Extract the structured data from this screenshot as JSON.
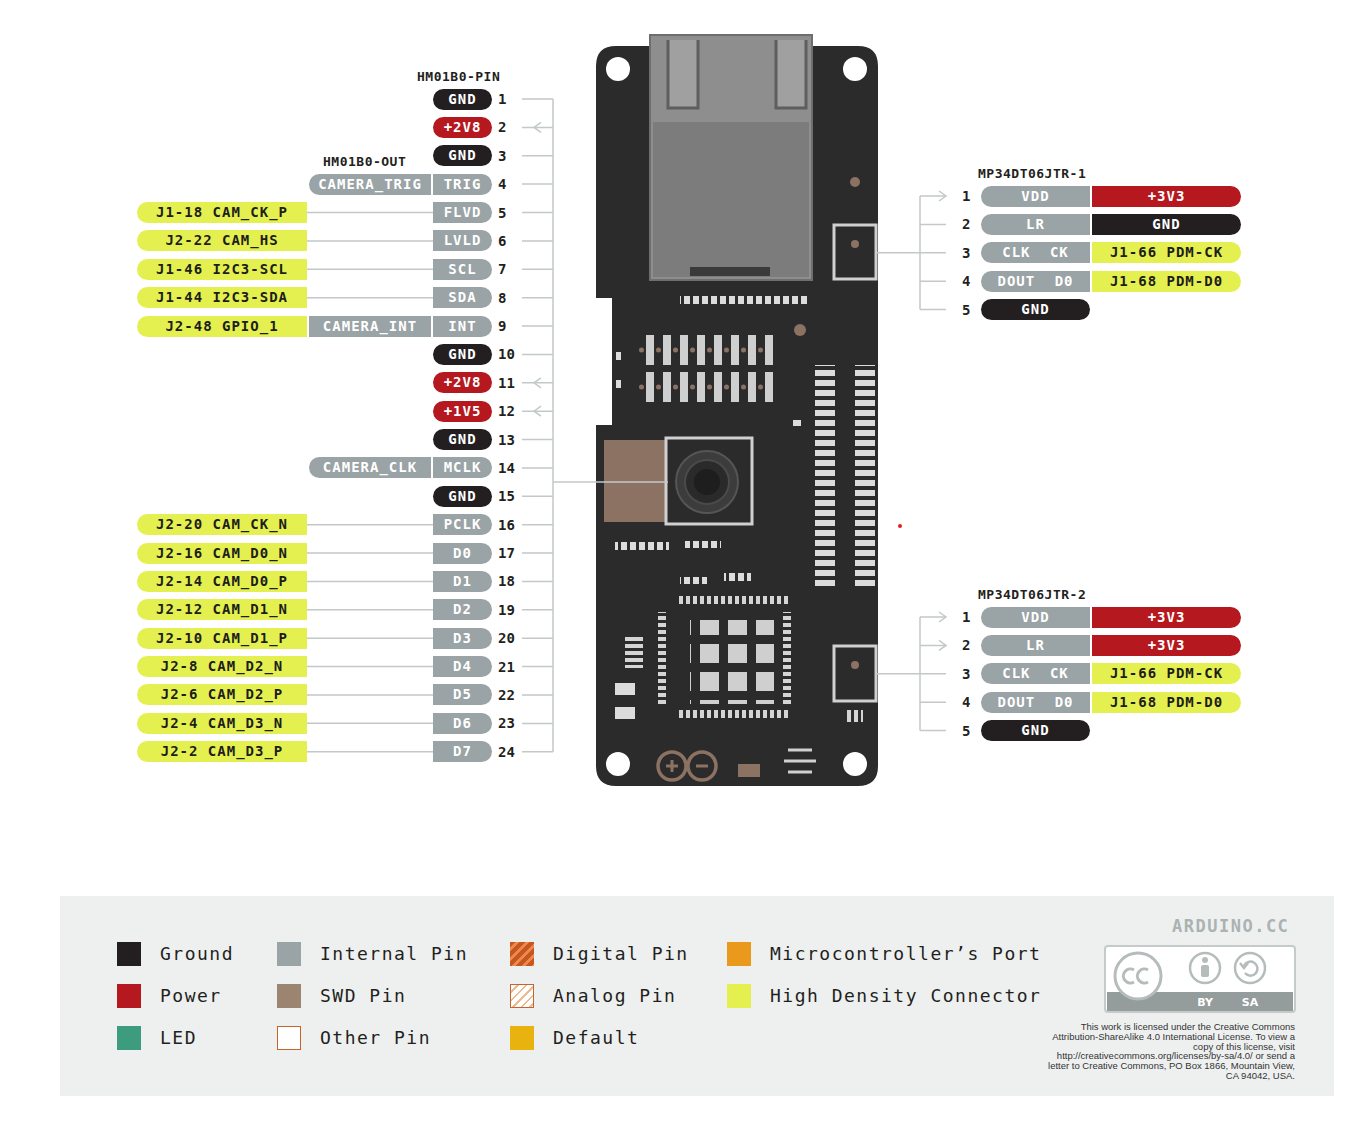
{
  "diagram": {
    "nodes": [
      {
        "text": [
          "GND"
        ]
      },
      {
        "text": [
          "+2V8"
        ]
      },
      {
        "text": [
          "GND"
        ]
      },
      {
        "text": [
          "CAMERA_TRIG"
        ]
      },
      {
        "text": [
          "TRIG"
        ]
      },
      {
        "text": [
          "J1-18 CAM_CK_P"
        ]
      },
      {
        "text": [
          "FLVD"
        ]
      },
      {
        "text": [
          "J2-22 CAM_HS"
        ]
      },
      {
        "text": [
          "LVLD"
        ]
      },
      {
        "text": [
          "J1-46 I2C3-SCL"
        ]
      },
      {
        "text": [
          "SCL"
        ]
      },
      {
        "text": [
          "J1-44 I2C3-SDA"
        ]
      },
      {
        "text": [
          "SDA"
        ]
      },
      {
        "text": [
          "J2-48 GPIO_1"
        ]
      },
      {
        "text": [
          "CAMERA_INT"
        ]
      },
      {
        "text": [
          "INT"
        ]
      },
      {
        "text": [
          "GND"
        ]
      },
      {
        "text": [
          "+2V8"
        ]
      },
      {
        "text": [
          "+1V5"
        ]
      },
      {
        "text": [
          "GND"
        ]
      },
      {
        "text": [
          "CAMERA_CLK"
        ]
      },
      {
        "text": [
          "MCLK"
        ]
      },
      {
        "text": [
          "GND"
        ]
      },
      {
        "text": [
          "J2-20 CAM_CK_N"
        ]
      },
      {
        "text": [
          "PCLK"
        ]
      },
      {
        "text": [
          "J2-16 CAM_D0_N"
        ]
      },
      {
        "text": [
          "D0"
        ]
      },
      {
        "text": [
          "J2-14 CAM_D0_P"
        ]
      },
      {
        "text": [
          "D1"
        ]
      },
      {
        "text": [
          "J2-12 CAM_D1_N"
        ]
      },
      {
        "text": [
          "D2"
        ]
      },
      {
        "text": [
          "J2-10 CAM_D1_P"
        ]
      },
      {
        "text": [
          "D3"
        ]
      },
      {
        "text": [
          "J2-8 CAM_D2_N"
        ]
      },
      {
        "text": [
          "D4"
        ]
      },
      {
        "text": [
          "J2-6 CAM_D2_P"
        ]
      },
      {
        "text": [
          "D5"
        ]
      },
      {
        "text": [
          "J2-4 CAM_D3_N"
        ]
      },
      {
        "text": [
          "D6"
        ]
      },
      {
        "text": [
          "J2-2 CAM_D3_P"
        ]
      },
      {
        "text": [
          "D7"
        ]
      },
      {
        "text": [
          "VDD"
        ]
      },
      {
        "text": [
          "+3V3"
        ]
      },
      {
        "text": [
          "LR"
        ]
      },
      {
        "text": [
          "GND"
        ]
      },
      {
        "text": [
          "CLK CK"
        ]
      },
      {
        "text": [
          "J1-66 PDM-CK"
        ]
      },
      {
        "text": [
          "DOUT D0"
        ]
      },
      {
        "text": [
          "J1-68 PDM-D0"
        ]
      },
      {
        "text": [
          "GND"
        ]
      },
      {
        "text": [
          "VDD"
        ]
      },
      {
        "text": [
          "+3V3"
        ]
      },
      {
        "text": [
          "LR"
        ]
      },
      {
        "text": [
          "+3V3"
        ]
      },
      {
        "text": [
          "CLK CK"
        ]
      },
      {
        "text": [
          "J1-66 PDM-CK"
        ]
      },
      {
        "text": [
          "DOUT D0"
        ]
      },
      {
        "text": [
          "J1-68 PDM-D0"
        ]
      },
      {
        "text": [
          "GND"
        ]
      }
    ],
    "edges": [
      {
        "from": 5,
        "to": 6,
        "arrow": "none"
      },
      {
        "from": 7,
        "to": 8,
        "arrow": "none"
      },
      {
        "from": 9,
        "to": 10,
        "arrow": "none"
      },
      {
        "from": 11,
        "to": 12,
        "arrow": "none"
      },
      {
        "from": 23,
        "to": 24,
        "arrow": "none"
      },
      {
        "from": 25,
        "to": 26,
        "arrow": "none"
      },
      {
        "from": 27,
        "to": 28,
        "arrow": "none"
      },
      {
        "from": 29,
        "to": 30,
        "arrow": "none"
      },
      {
        "from": 31,
        "to": 32,
        "arrow": "none"
      },
      {
        "from": 33,
        "to": 34,
        "arrow": "none"
      },
      {
        "from": 35,
        "to": 36,
        "arrow": "none"
      },
      {
        "from": 37,
        "to": 38,
        "arrow": "none"
      },
      {
        "from": 39,
        "to": 40,
        "arrow": "none"
      }
    ],
    "labels": [
      "HM01B0-PIN",
      "HM01B0-OUT",
      "1",
      "2",
      "3",
      "4",
      "5",
      "6",
      "7",
      "8",
      "9",
      "10",
      "11",
      "12",
      "13",
      "14",
      "15",
      "16",
      "17",
      "18",
      "19",
      "20",
      "21",
      "22",
      "23",
      "24",
      "MP34DT06JTR-1",
      "1",
      "2",
      "3",
      "4",
      "5",
      "MP34DT06JTR-2",
      "1",
      "2",
      "3",
      "4",
      "5",
      "ARDUINO.CC",
      "BY",
      "SA",
      "This work is licensed under the Creative Commons Attribution-ShareAlike 4.0 International License. To view a copy of this license, visit http://creativecommons.org/licenses/by-sa/4.0/ or send a letter to Creative Commons, PO Box 1866, Mountain View, CA 94042, USA."
    ],
    "legend": [
      {
        "text": "Ground",
        "color": "#231f20"
      },
      {
        "text": "Power",
        "color": "#b5191f"
      },
      {
        "text": "LED",
        "color": "#3d9c7e"
      },
      {
        "text": "Internal Pin",
        "color": "#9aa3a5"
      },
      {
        "text": "SWD Pin",
        "color": "#9c8570"
      },
      {
        "text": "Other Pin"
      },
      {
        "text": "Digital Pin"
      },
      {
        "text": "Analog Pin"
      },
      {
        "text": "Default",
        "color": "#e8b30f"
      },
      {
        "text": "Microcontroller’s Port",
        "color": "#e99a1c"
      },
      {
        "text": "High Density Connector",
        "color": "#e4f04f"
      }
    ]
  }
}
